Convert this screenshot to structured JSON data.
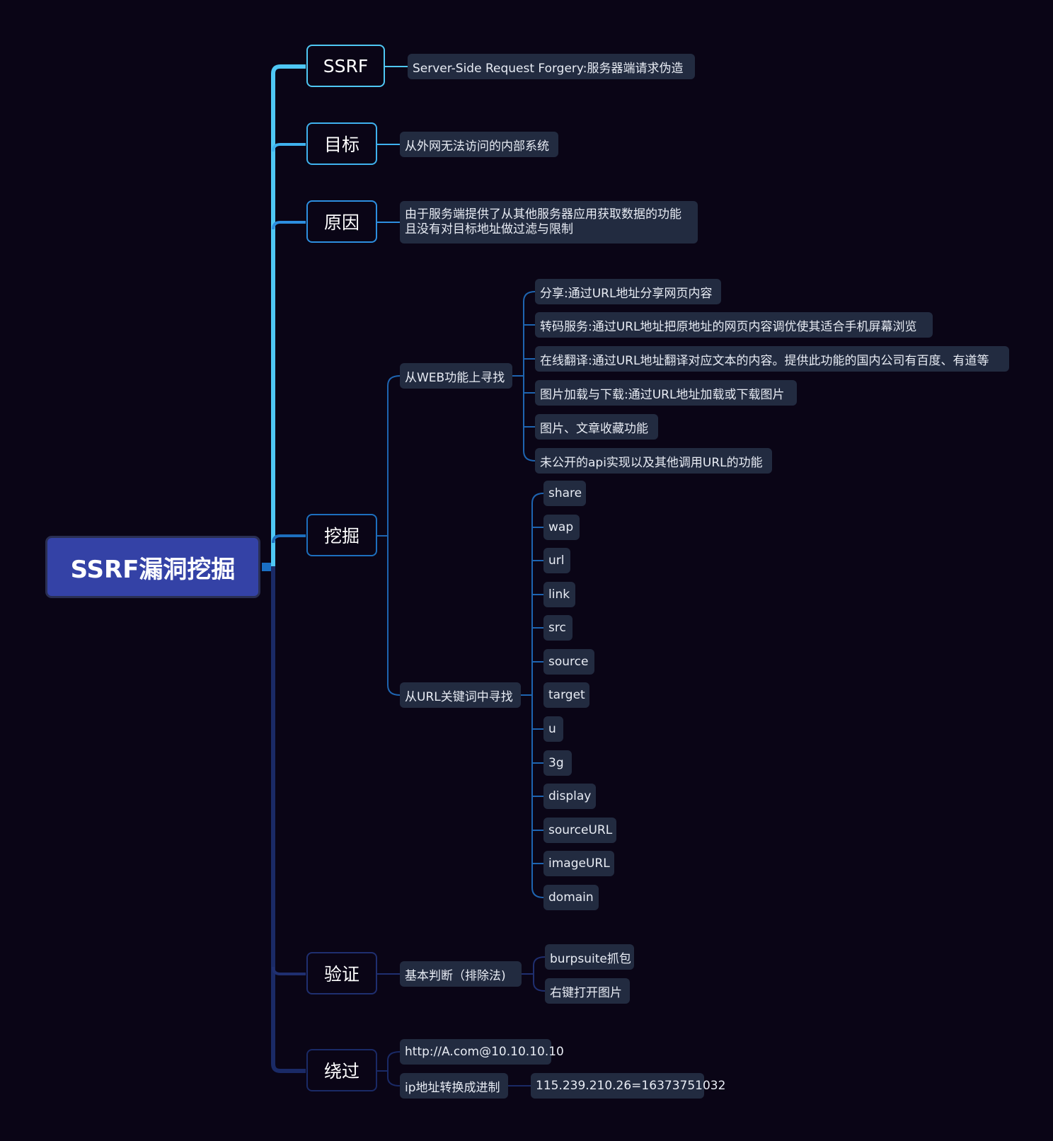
{
  "root": "SSRF漏洞挖掘",
  "branches": {
    "ssrf": {
      "label": "SSRF",
      "desc": "Server-Side Request Forgery:服务器端请求伪造"
    },
    "target": {
      "label": "目标",
      "desc": "从外网无法访问的内部系统"
    },
    "cause": {
      "label": "原因",
      "desc_line1": "由于服务端提供了从其他服务器应用获取数据的功能",
      "desc_line2": "且没有对目标地址做过滤与限制"
    },
    "mining": {
      "label": "挖掘",
      "web": {
        "label": "从WEB功能上寻找",
        "items": [
          "分享:通过URL地址分享网页内容",
          "转码服务:通过URL地址把原地址的网页内容调优使其适合手机屏幕浏览",
          "在线翻译:通过URL地址翻译对应文本的内容。提供此功能的国内公司有百度、有道等",
          "图片加载与下载:通过URL地址加载或下载图片",
          "图片、文章收藏功能",
          "未公开的api实现以及其他调用URL的功能"
        ]
      },
      "url": {
        "label": "从URL关键词中寻找",
        "items": [
          "share",
          "wap",
          "url",
          "link",
          "src",
          "source",
          "target",
          "u",
          "3g",
          "display",
          "sourceURL",
          "imageURL",
          "domain"
        ]
      }
    },
    "verify": {
      "label": "验证",
      "basic": {
        "label": "基本判断（排除法)",
        "items": [
          "burpsuite抓包",
          "右键打开图片"
        ]
      }
    },
    "bypass": {
      "label": "绕过",
      "items": [
        "http://A.com@10.10.10.10",
        "ip地址转换成进制"
      ],
      "ip_value": "115.239.210.26=16373751032"
    }
  },
  "colors": {
    "background": "#0a0516",
    "root_fill": "#3442a6",
    "leaf_fill": "#222b40"
  }
}
